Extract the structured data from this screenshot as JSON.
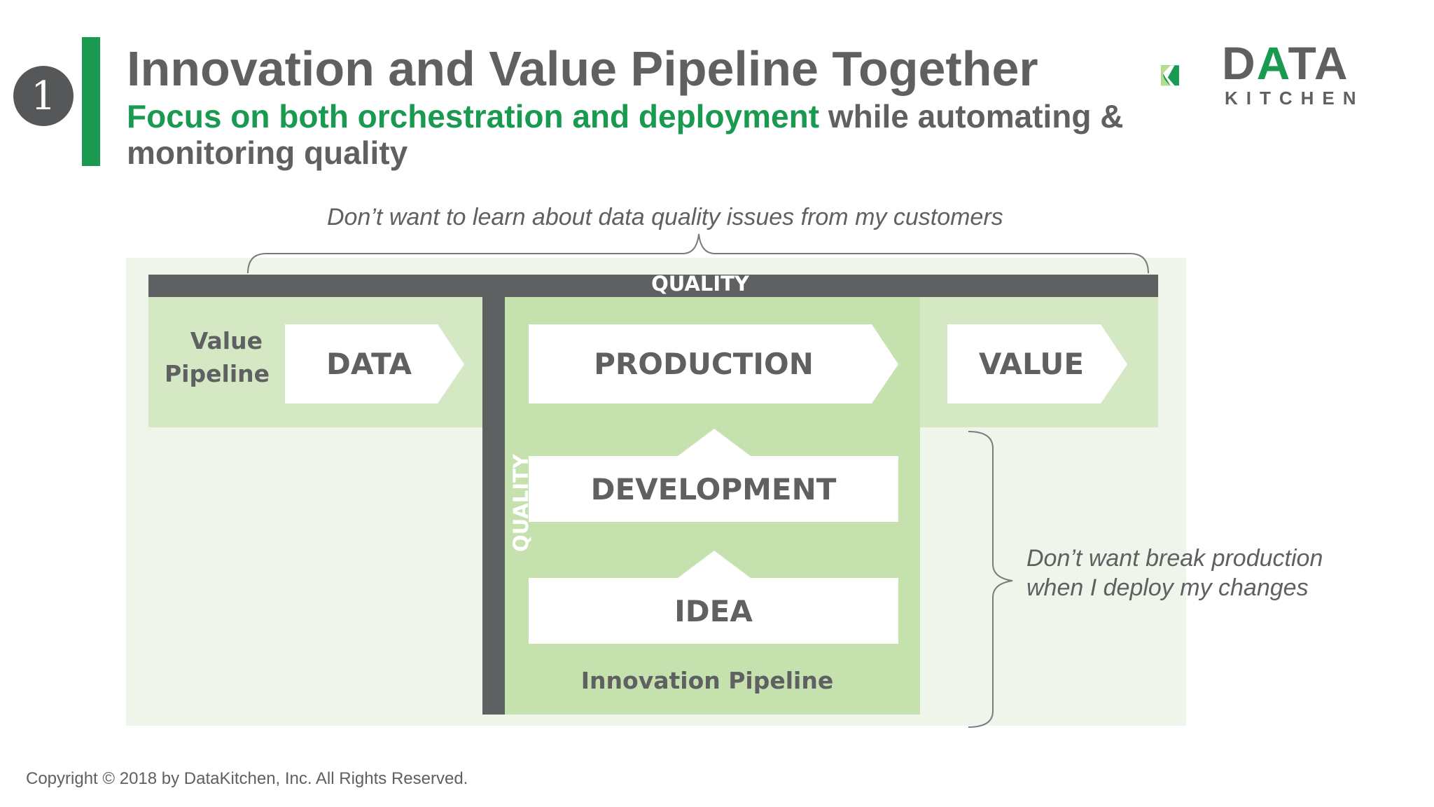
{
  "slide": {
    "step_number": "1",
    "title": "Innovation and Value Pipeline Together",
    "subtitle_highlight": "Focus on both orchestration and deployment",
    "subtitle_rest": " while automating & monitoring quality",
    "copyright": "Copyright © 2018 by DataKitchen, Inc.  All Rights Reserved."
  },
  "logo": {
    "word_1_a": "D",
    "word_1_accent": "A",
    "word_1_b": "TA",
    "word_2": "KITCHEN"
  },
  "diagram": {
    "top_caption": "Don’t want to learn about data quality issues from my customers",
    "right_caption_line_1": "Don’t want break production",
    "right_caption_line_2": "when I deploy my changes",
    "value_pipeline_line_1": "Value",
    "value_pipeline_line_2": "Pipeline",
    "quality_horizontal": "QUALITY",
    "quality_vertical": "QUALITY",
    "stage_data": "DATA",
    "stage_production": "PRODUCTION",
    "stage_value": "VALUE",
    "stage_development": "DEVELOPMENT",
    "stage_idea": "IDEA",
    "innovation_pipeline": "Innovation Pipeline"
  },
  "colors": {
    "accent_green": "#1a9a50",
    "quality_bar": "#5f6062",
    "background_panel": "#eff5ea",
    "value_band": "#d4e8c4",
    "innovation_band": "#c5e1ae",
    "text_gray": "#5f6062"
  }
}
